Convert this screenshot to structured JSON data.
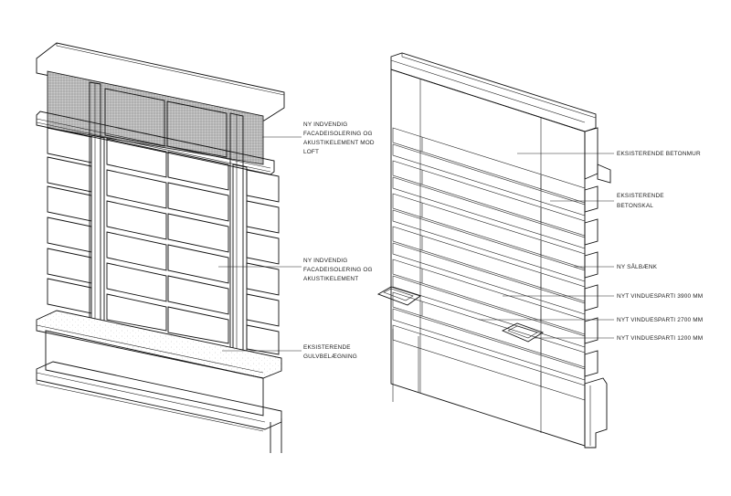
{
  "left_annotations": [
    {
      "lines": [
        "NY INDVENDIG",
        "FACADEISOLERING OG",
        "AKUSTIKELEMENT MOD",
        "LOFT"
      ]
    },
    {
      "lines": [
        "NY INDVENDIG",
        "FACADEISOLERING OG",
        "AKUSTIKELEMENT"
      ]
    },
    {
      "lines": [
        "EKSISTERENDE",
        "GULVBELÆGNING"
      ]
    }
  ],
  "right_annotations": [
    {
      "lines": [
        "EKSISTERENDE BETONMUR"
      ]
    },
    {
      "lines": [
        "EKSISTERENDE",
        "BETONSKAL"
      ]
    },
    {
      "lines": [
        "NY SÅLBÆNK"
      ]
    },
    {
      "lines": [
        "NYT VINDUESPARTI 3900 MM"
      ]
    },
    {
      "lines": [
        "NYT VINDUESPARTI 2700 MM"
      ]
    },
    {
      "lines": [
        "NYT VINDUESPARTI 1200 MM"
      ]
    }
  ]
}
